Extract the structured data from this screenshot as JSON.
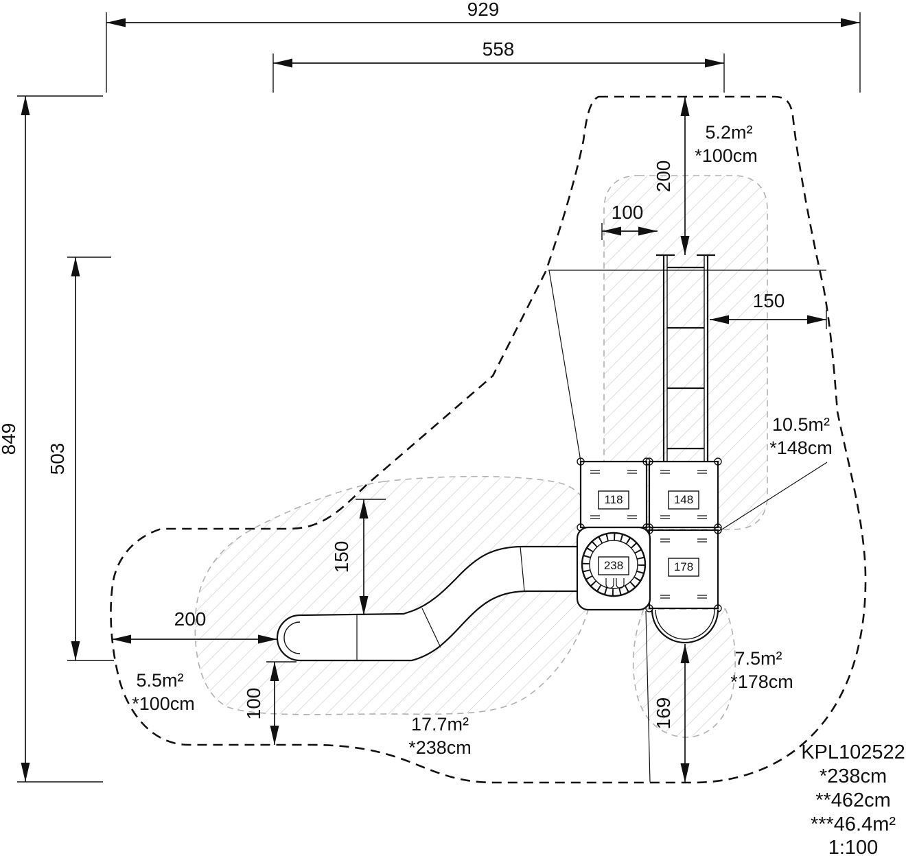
{
  "colors": {
    "line": "#111111",
    "zone_outline": "#b0b0b0",
    "hatch": "#c9c9c9"
  },
  "dimensions": {
    "total_width": "929",
    "inner_width": "558",
    "total_height": "849",
    "inner_height": "503",
    "top_clearance": "200",
    "ladder_offset": "100",
    "right_clearance": "150",
    "slide_clearance": "150",
    "left_clearance": "200",
    "runout_clearance": "100",
    "bottom_clearance": "169"
  },
  "zones": {
    "top": {
      "area": "5.2m²",
      "height": "*100cm"
    },
    "right": {
      "area": "10.5m²",
      "height": "*148cm"
    },
    "left": {
      "area": "5.5m²",
      "height": "*100cm"
    },
    "center": {
      "area": "17.7m²",
      "height": "*238cm"
    },
    "bottom_right": {
      "area": "7.5m²",
      "height": "*178cm"
    }
  },
  "platforms": {
    "p118": "118",
    "p148": "148",
    "p178": "178",
    "p238": "238"
  },
  "title_block": {
    "code": "KPL102522",
    "line2": "*238cm",
    "line3": "**462cm",
    "line4": "***46.4m²",
    "scale": "1:100"
  }
}
